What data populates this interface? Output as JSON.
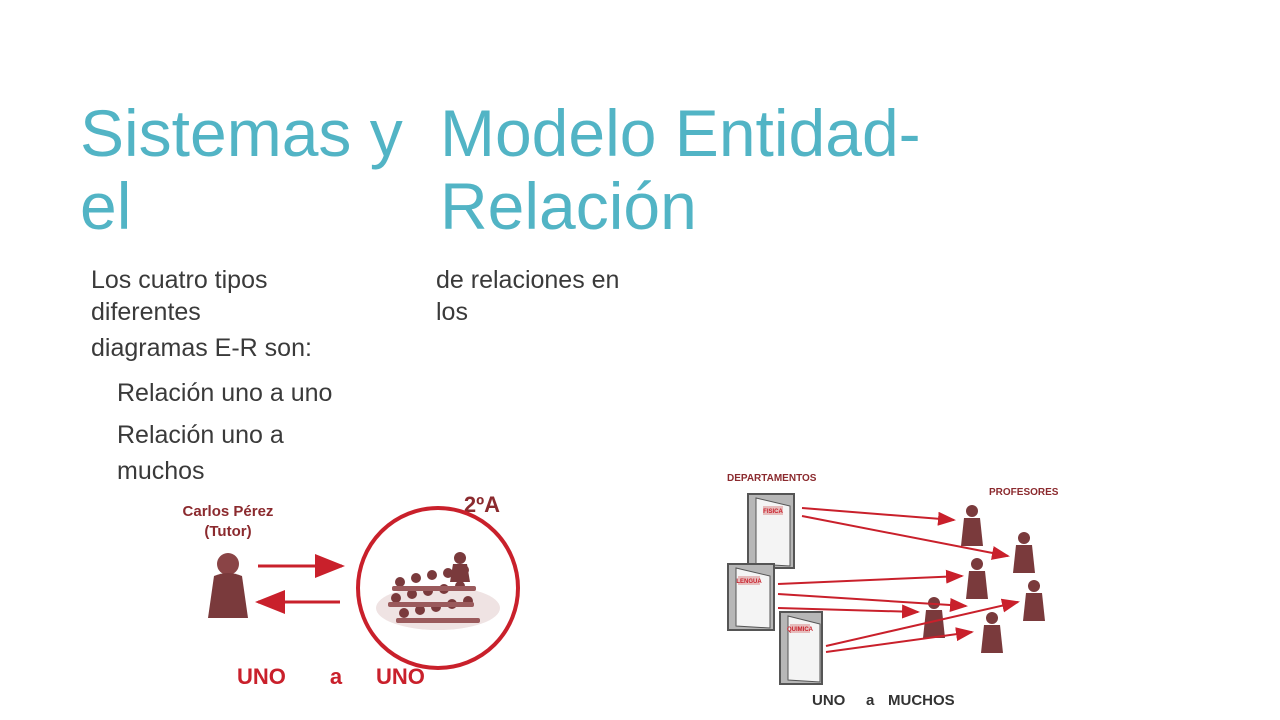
{
  "slide": {
    "title": {
      "col1_line1": "Sistemas y",
      "col1_line2": "el",
      "col2_line1": "Modelo Entidad-",
      "col2_line2": "Relación"
    },
    "intro": {
      "col1_line1": "Los cuatro tipos",
      "col1_line2": "diferentes",
      "col1_line3": "diagramas E-R son:",
      "col2_line1": "de relaciones en",
      "col2_line2": "los"
    },
    "bullets": {
      "item1": "Relación uno a uno",
      "item2_line1": "Relación uno a",
      "item2_line2": "muchos"
    }
  },
  "diagram_one_to_one": {
    "tutor_name": "Carlos Pérez",
    "tutor_role": "(Tutor)",
    "group_label": "2ºA",
    "caption_left": "UNO",
    "caption_mid": "a",
    "caption_right": "UNO"
  },
  "diagram_one_to_many": {
    "departments_label": "DEPARTAMENTOS",
    "professors_label": "PROFESORES",
    "door_labels": [
      "FISICA",
      "LENGUA",
      "QUIMICA"
    ],
    "caption_left": "UNO",
    "caption_mid": "a",
    "caption_right": "MUCHOS"
  },
  "colors": {
    "title": "#52b4c5",
    "text": "#3a3a3a",
    "accent_red": "#c9202b",
    "figure": "#7a3a3c"
  }
}
